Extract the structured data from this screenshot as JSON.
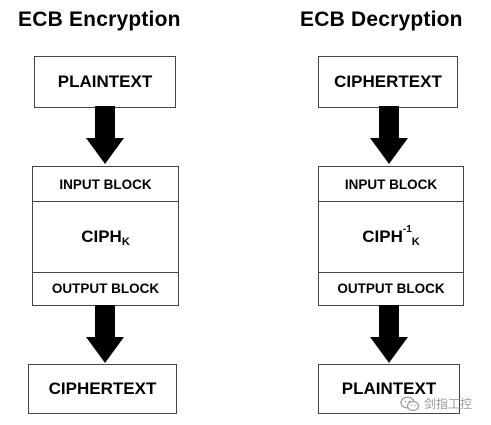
{
  "encryption": {
    "title": "ECB Encryption",
    "input_box": "PLAINTEXT",
    "input_block_label": "INPUT BLOCK",
    "cipher_label": "CIPH",
    "cipher_subscript": "K",
    "output_block_label": "OUTPUT BLOCK",
    "output_box": "CIPHERTEXT"
  },
  "decryption": {
    "title": "ECB Decryption",
    "input_box": "CIPHERTEXT",
    "input_block_label": "INPUT BLOCK",
    "cipher_label": "CIPH",
    "cipher_superscript": "-1",
    "cipher_subscript": "K",
    "output_block_label": "OUTPUT BLOCK",
    "output_box": "PLAINTEXT"
  },
  "watermark": {
    "text": "剑指工控",
    "icon": "wechat-icon"
  },
  "colors": {
    "border": "#444444",
    "arrow": "#000000",
    "watermark": "#9a9a9a"
  }
}
